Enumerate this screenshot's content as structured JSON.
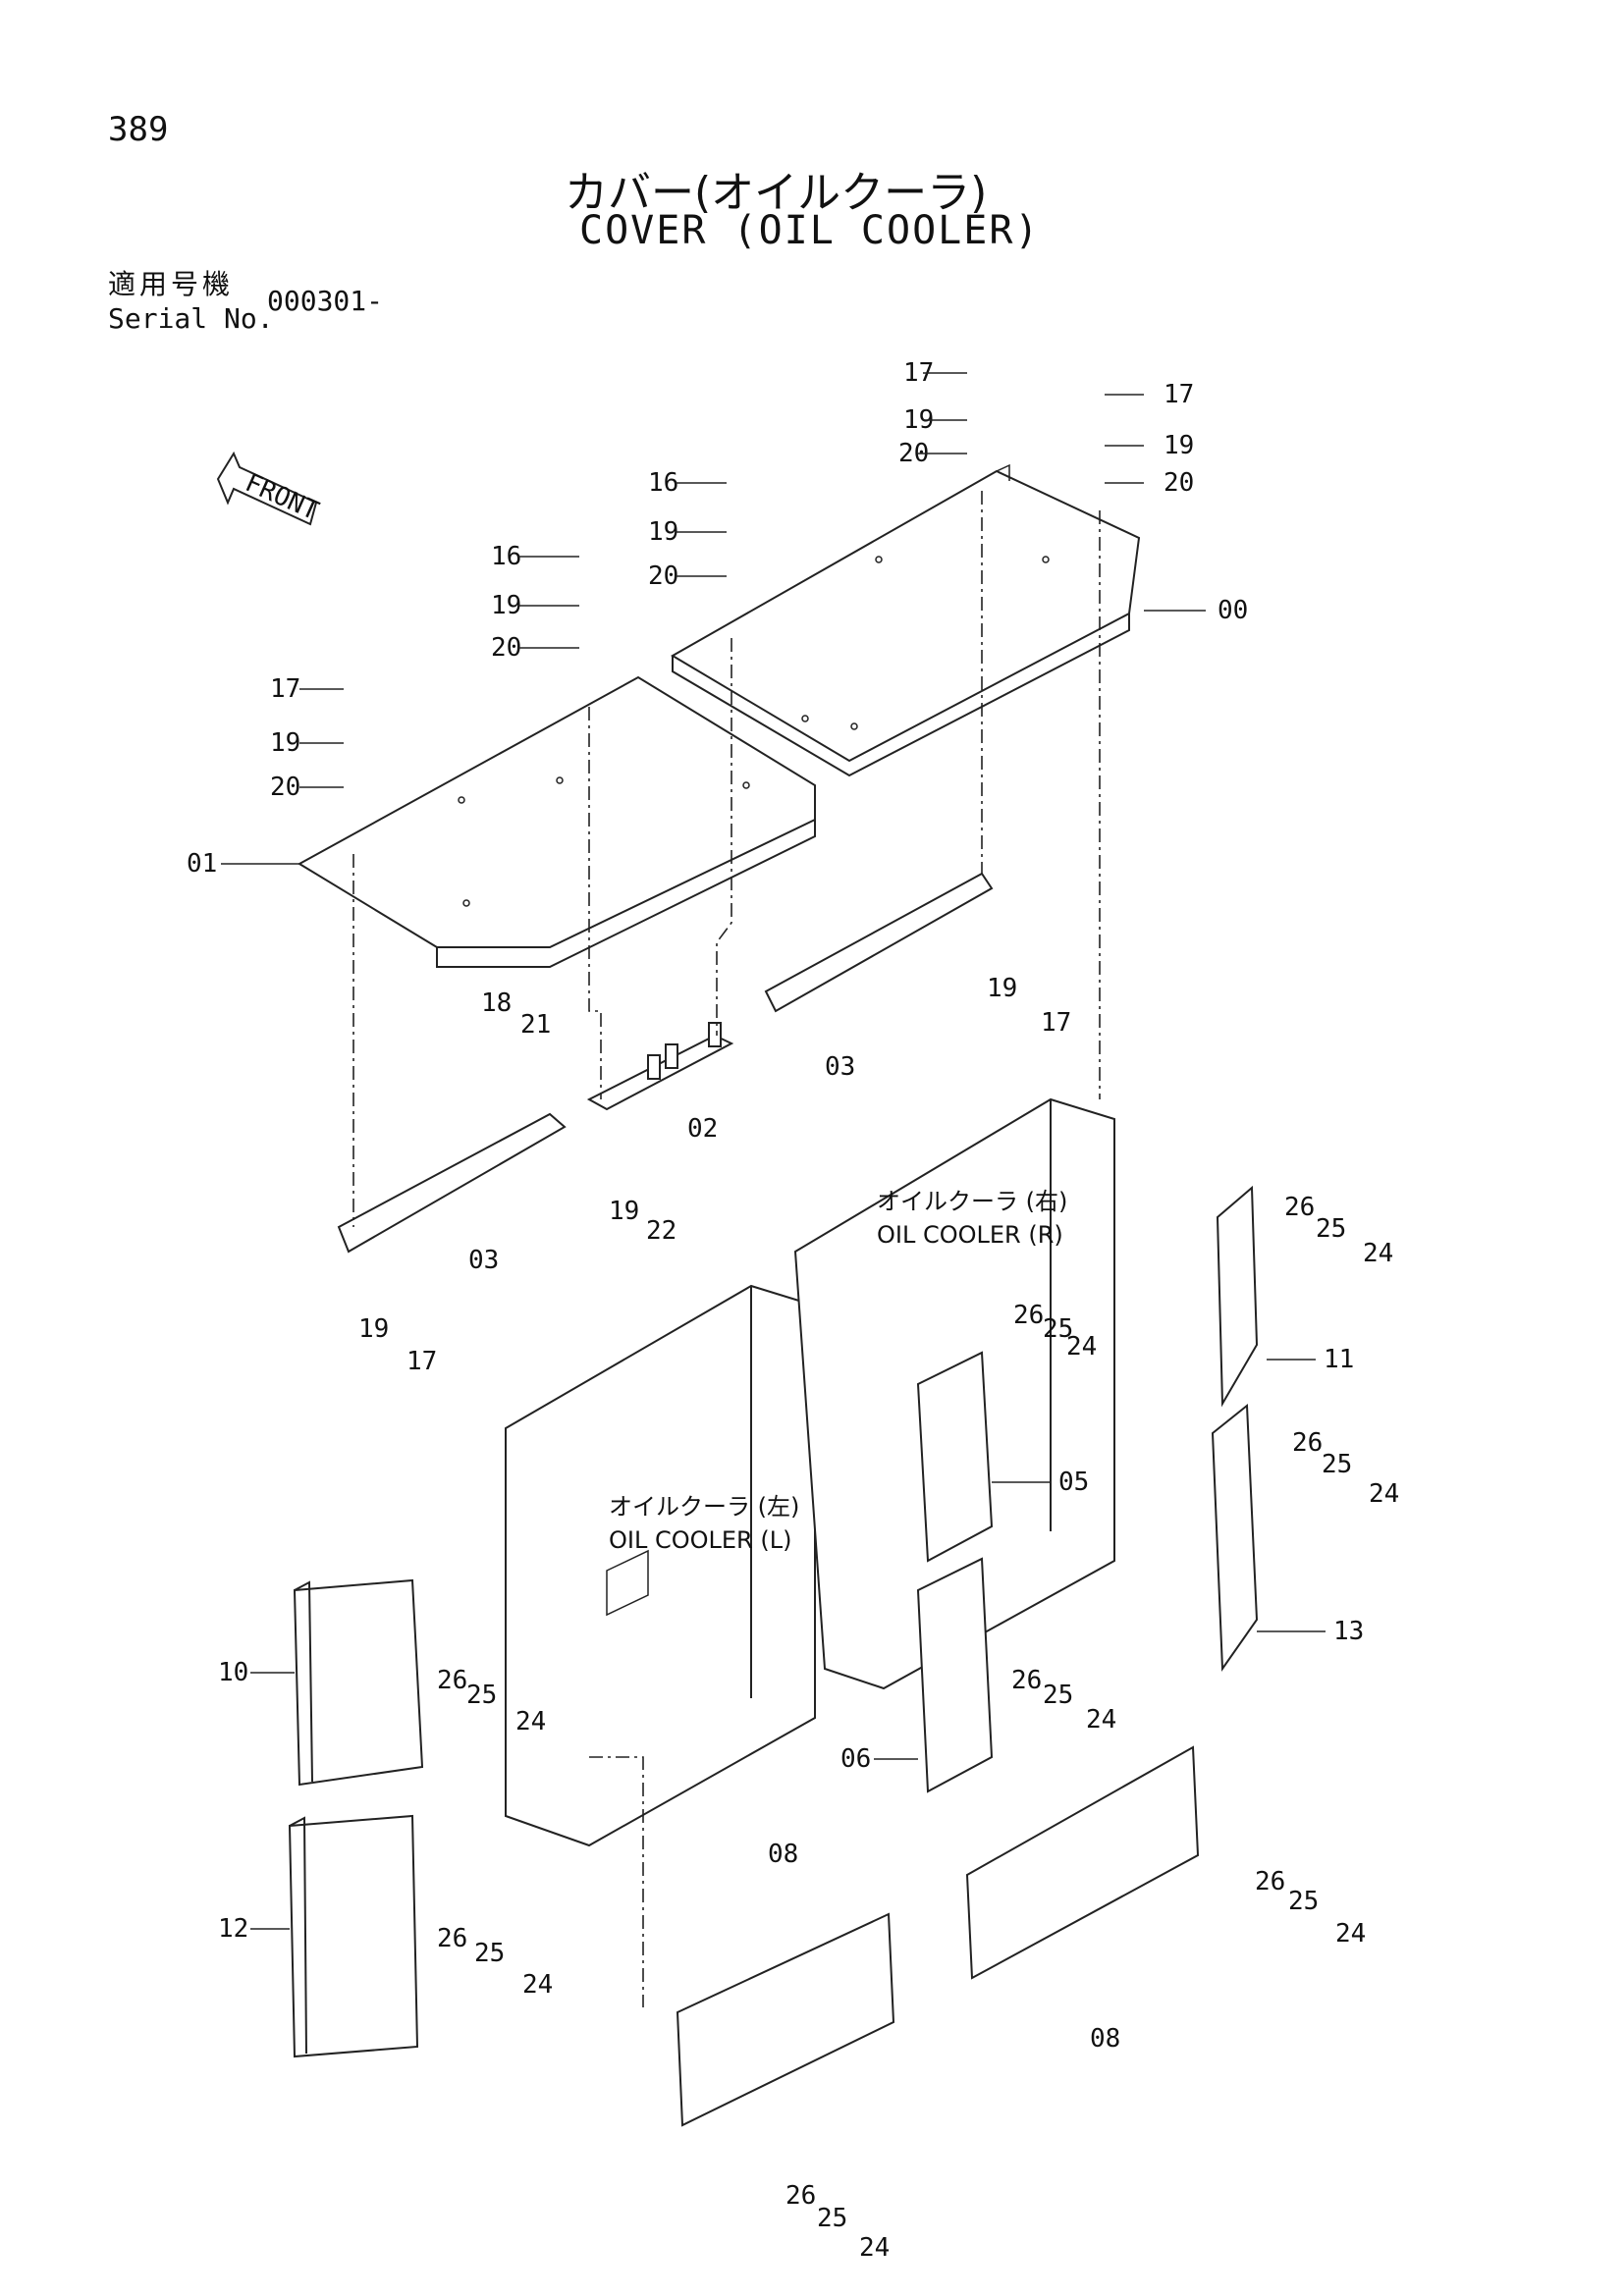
{
  "page_number": "389",
  "title_jp": "カバー(オイルクーラ)",
  "title_en": "COVER (OIL COOLER)",
  "serial": {
    "label_jp": "適用号機",
    "label_en": "Serial No.",
    "value": "000301-"
  },
  "front_label": "FRONT",
  "notes": {
    "oil_cooler_r_jp": "オイルクーラ (右)",
    "oil_cooler_r_en": "OIL COOLER (R)",
    "oil_cooler_l_jp": "オイルクーラ (左)",
    "oil_cooler_l_en": "OIL COOLER (L)"
  },
  "callouts": [
    "17",
    "19",
    "20",
    "17",
    "19",
    "20",
    "16",
    "19",
    "20",
    "00",
    "16",
    "19",
    "20",
    "17",
    "19",
    "20",
    "01",
    "18",
    "21",
    "02",
    "03",
    "19",
    "17",
    "19",
    "22",
    "03",
    "19",
    "17",
    "26",
    "25",
    "24",
    "11",
    "26",
    "25",
    "24",
    "05",
    "26",
    "25",
    "24",
    "13",
    "10",
    "26",
    "25",
    "24",
    "26",
    "25",
    "24",
    "06",
    "12",
    "26",
    "25",
    "24",
    "08",
    "26",
    "25",
    "24",
    "08",
    "26",
    "25",
    "24"
  ]
}
